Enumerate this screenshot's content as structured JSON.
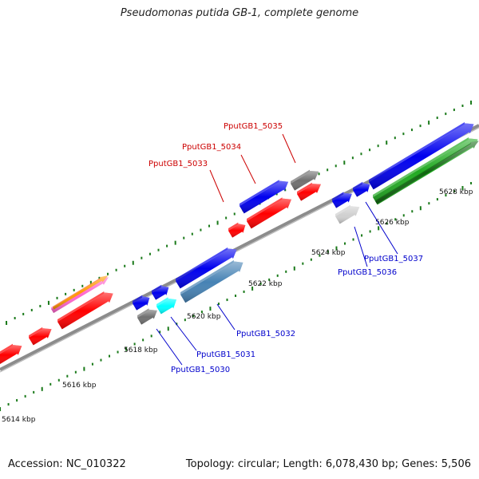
{
  "title": "Pseudomonas putida GB-1, complete genome",
  "footer": {
    "accession": "Accession: NC_010322",
    "summary": "Topology: circular; Length: 6,078,430 bp; Genes: 5,506"
  },
  "colors": {
    "backbone": "#8c8c8c",
    "tick": "#1a7a1a",
    "forward_label": "#cc0000",
    "reverse_label": "#0000cc"
  },
  "ticks": [
    {
      "label": "5614 kbp",
      "kbp": 5614
    },
    {
      "label": "5616 kbp",
      "kbp": 5616
    },
    {
      "label": "5618 kbp",
      "kbp": 5618
    },
    {
      "label": "5620 kbp",
      "kbp": 5620
    },
    {
      "label": "5622 kbp",
      "kbp": 5622
    },
    {
      "label": "5624 kbp",
      "kbp": 5624
    },
    {
      "label": "5626 kbp",
      "kbp": 5626
    },
    {
      "label": "5628 kbp",
      "kbp": 5628
    }
  ],
  "genes": [
    {
      "name": "",
      "strand": "forward",
      "color": "#ff0000"
    },
    {
      "name": "",
      "strand": "forward",
      "color": "#ff0000"
    },
    {
      "name": "",
      "strand": "forward",
      "color": "#ff0000"
    },
    {
      "name": "",
      "strand": "forward",
      "color": "#ff66cc"
    },
    {
      "name": "",
      "strand": "forward",
      "color": "#ff9900"
    },
    {
      "name": "",
      "strand": "reverse",
      "color": "#0000ee"
    },
    {
      "name": "",
      "strand": "reverse",
      "color": "#0000ee"
    },
    {
      "name": "",
      "strand": "reverse",
      "color": "#0000ee"
    },
    {
      "name": "PputGB1_5030",
      "strand": "reverse",
      "color": "#707070"
    },
    {
      "name": "PputGB1_5031",
      "strand": "reverse",
      "color": "#00ffff"
    },
    {
      "name": "PputGB1_5032",
      "strand": "reverse",
      "color": "#4682b4"
    },
    {
      "name": "PputGB1_5033",
      "strand": "forward",
      "color": "#ff0000"
    },
    {
      "name": "PputGB1_5034",
      "strand": "forward",
      "color": "#ff0000"
    },
    {
      "name": "",
      "strand": "reverse",
      "color": "#0000ee"
    },
    {
      "name": "PputGB1_5035",
      "strand": "forward",
      "color": "#707070"
    },
    {
      "name": "",
      "strand": "forward",
      "color": "#ff0000"
    },
    {
      "name": "PputGB1_5036",
      "strand": "reverse",
      "color": "#d0d0d0"
    },
    {
      "name": "",
      "strand": "reverse",
      "color": "#0000ee"
    },
    {
      "name": "PputGB1_5037",
      "strand": "reverse",
      "color": "#0000ee"
    },
    {
      "name": "",
      "strand": "reverse",
      "color": "#0000ee"
    },
    {
      "name": "",
      "strand": "reverse",
      "color": "#22aa22"
    }
  ]
}
